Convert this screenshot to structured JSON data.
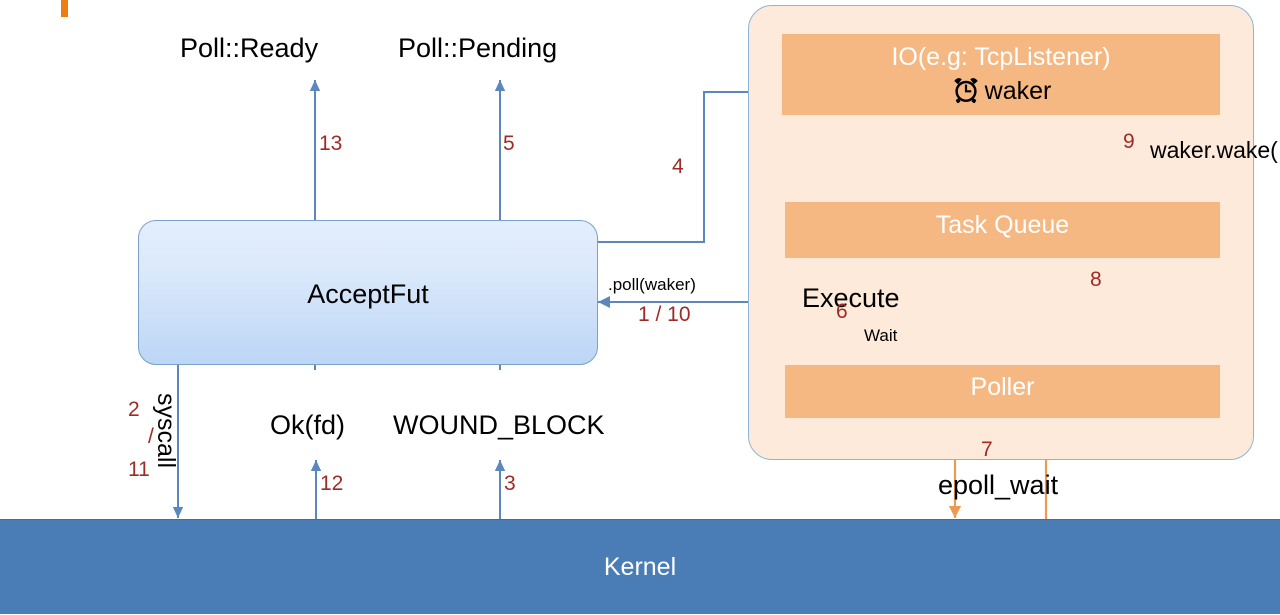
{
  "diagram": {
    "title_accent_color": "#ed7d10",
    "colors": {
      "future_fill_top": "#e4eefc",
      "future_fill_bottom": "#bcd6f5",
      "future_stroke": "#7aa0cc",
      "runtime_fill": "#fdeada",
      "runtime_stroke": "#8fb4da",
      "band_fill": "#f6b882",
      "kernel_fill": "#4a7db5",
      "blue_arrow": "#4a7db5",
      "orange_arrow": "#ed9b52",
      "step_number": "#9e2b25"
    }
  },
  "boxes": {
    "accept_future": "AcceptFut",
    "kernel": "Kernel",
    "io": "IO(e.g: TcpListener)",
    "waker": "waker",
    "task_queue": "Task Queue",
    "poller": "Poller"
  },
  "labels": {
    "poll_ready": "Poll::Ready",
    "poll_pending": "Poll::Pending",
    "ok_fd": "Ok(fd)",
    "wound_block": "WOUND_BLOCK",
    "syscall": "syscall",
    "poll_waker": ".poll(waker)",
    "execute": "Execute",
    "wait": "Wait",
    "epoll_wait": "epoll_wait",
    "waker_wake": "waker.wake("
  },
  "steps": {
    "s1_10": "1 / 10",
    "s2_11_top": "2",
    "s2_11_slash": "/",
    "s2_11_bottom": "11",
    "s3": "3",
    "s4": "4",
    "s5": "5",
    "s6": "6",
    "s7": "7",
    "s8": "8",
    "s9": "9",
    "s12": "12",
    "s13": "13"
  },
  "icons": {
    "waker_icon": "alarm-clock-icon"
  }
}
